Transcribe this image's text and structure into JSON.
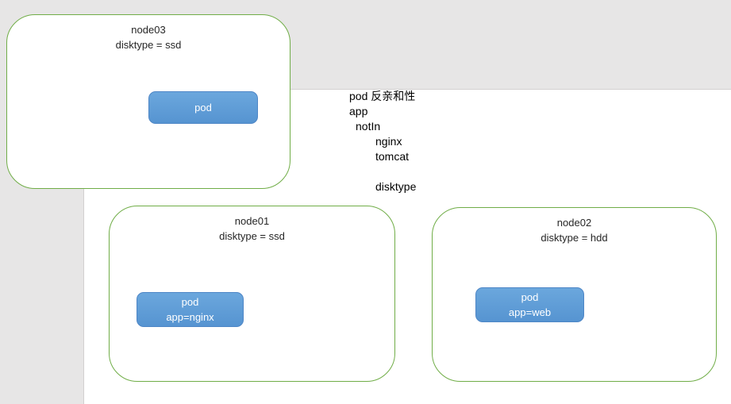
{
  "diagram": {
    "annotation": {
      "lines": [
        {
          "text": "pod 反亲和性",
          "indent": 0
        },
        {
          "text": "app",
          "indent": 0
        },
        {
          "text": "notIn",
          "indent": 1
        },
        {
          "text": "nginx",
          "indent": 2
        },
        {
          "text": "tomcat",
          "indent": 2
        },
        {
          "text": "",
          "indent": 0
        },
        {
          "text": "disktype",
          "indent": 2
        }
      ]
    },
    "nodes": {
      "node03": {
        "name": "node03",
        "label": "disktype = ssd",
        "pod": {
          "line1": "pod",
          "line2": ""
        }
      },
      "node01": {
        "name": "node01",
        "label": "disktype = ssd",
        "pod": {
          "line1": "pod",
          "line2": "app=nginx"
        }
      },
      "node02": {
        "name": "node02",
        "label": "disktype = hdd",
        "pod": {
          "line1": "pod",
          "line2": "app=web"
        }
      }
    },
    "colors": {
      "node_border_green": "#70ad47",
      "pod_fill_blue": "#5b9bd5",
      "pod_border_blue": "#4e86c6",
      "canvas_gray": "#e7e6e6",
      "slide_white": "#ffffff"
    }
  }
}
